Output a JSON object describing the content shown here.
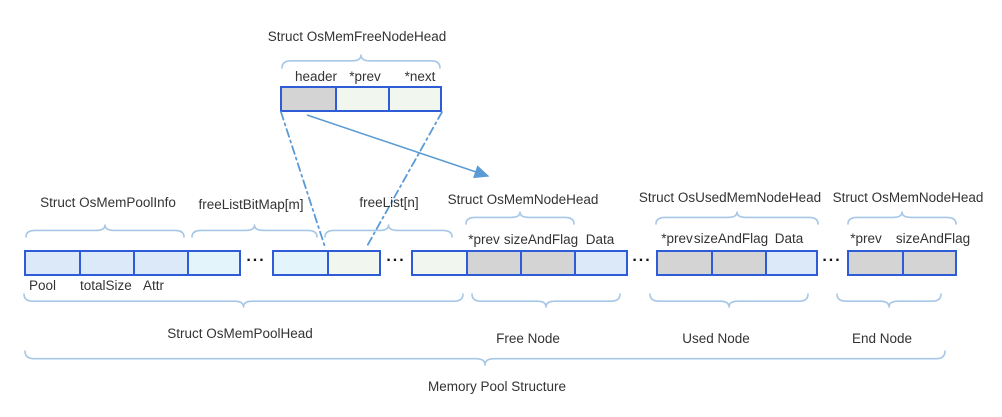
{
  "colors": {
    "cell_border": "#2e5bd7",
    "fill_blue": "#dce9f8",
    "fill_cyan": "#e3f4fa",
    "fill_green": "#f1f6ee",
    "fill_gray": "#d4d4d4",
    "brace": "#a7c7e7",
    "connector": "#5b9bd5",
    "text": "#333333",
    "background": "#ffffff"
  },
  "top_struct": {
    "title": "Struct OsMemFreeNodeHead",
    "field_header": "header",
    "field_prev": "*prev",
    "field_next": "*next"
  },
  "pool_info": {
    "title": "Struct OsMemPoolInfo",
    "field_pool": "Pool",
    "field_total_size": "totalSize",
    "field_attr": "Attr"
  },
  "free_list_bitmap": {
    "label": "freeListBitMap[m]"
  },
  "free_list": {
    "label": "freeList[n]"
  },
  "free_node": {
    "title": "Struct OsMemNodeHead",
    "field_prev": "*prev",
    "field_size_and_flag": "sizeAndFlag",
    "field_data": "Data",
    "caption": "Free Node"
  },
  "used_node": {
    "title": "Struct OsUsedMemNodeHead",
    "field_prev": "*prev",
    "field_size_and_flag": "sizeAndFlag",
    "field_data": "Data",
    "caption": "Used Node"
  },
  "end_node": {
    "title": "Struct OsMemNodeHead",
    "field_prev": "*prev",
    "field_size_and_flag": "sizeAndFlag",
    "caption": "End Node"
  },
  "pool_head": {
    "label": "Struct OsMemPoolHead"
  },
  "overall": {
    "label": "Memory Pool Structure"
  },
  "ellipsis": "..."
}
